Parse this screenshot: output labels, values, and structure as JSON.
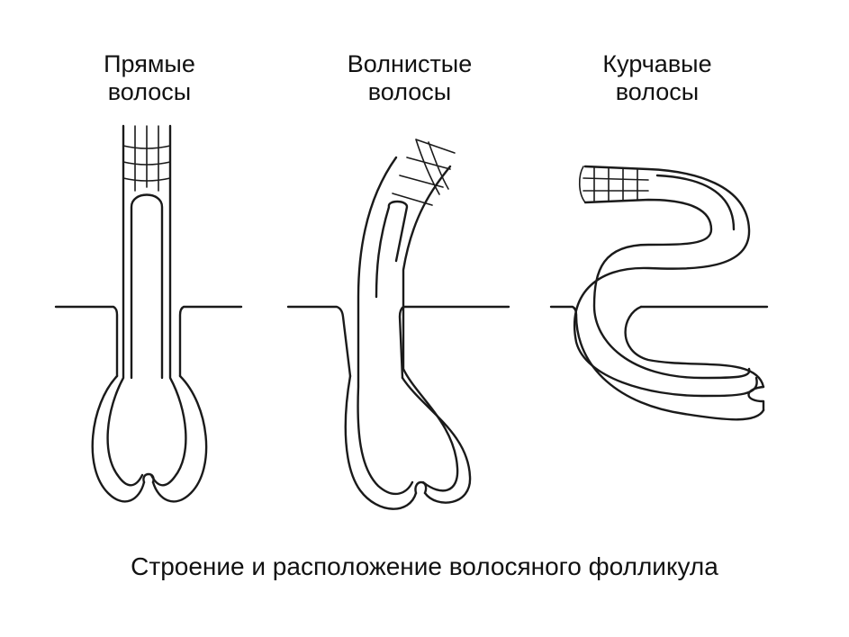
{
  "labels": {
    "straight": {
      "line1": "Прямые",
      "line2": "волосы"
    },
    "wavy": {
      "line1": "Волнистые",
      "line2": "волосы"
    },
    "curly": {
      "line1": "Курчавые",
      "line2": "волосы"
    }
  },
  "caption": "Строение и расположение волосяного фолликула",
  "colors": {
    "line": "#1a1a1a",
    "background": "#ffffff"
  }
}
